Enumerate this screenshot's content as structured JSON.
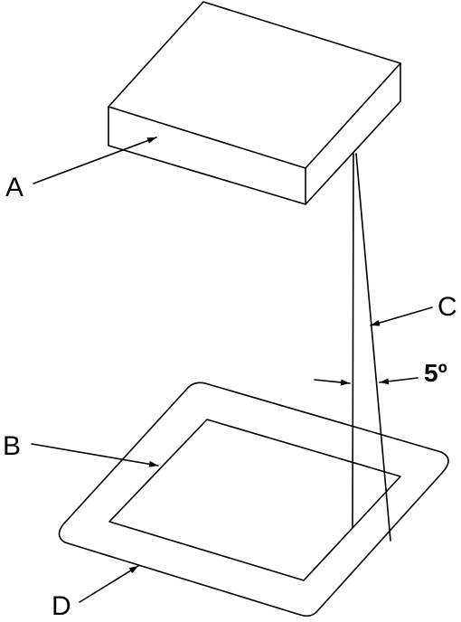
{
  "labels": {
    "a": "A",
    "b": "B",
    "c": "C",
    "d": "D"
  },
  "angle_annotation": "5º",
  "colors": {
    "line": "#000000",
    "background": "#ffffff"
  }
}
